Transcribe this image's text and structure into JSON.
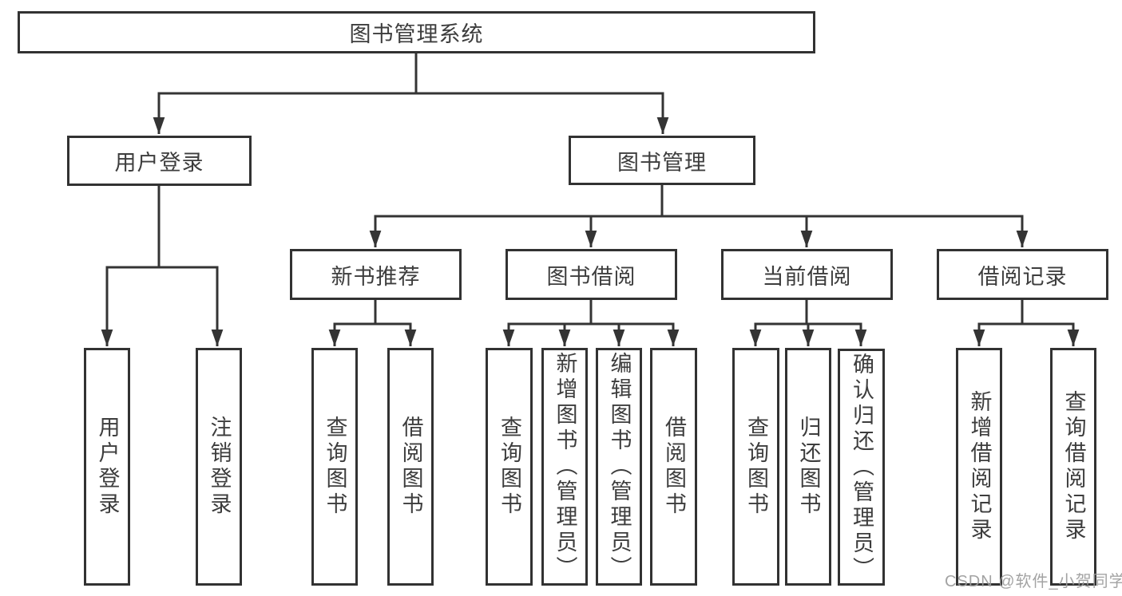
{
  "watermark": "CSDN @软件_小贺同学",
  "colors": {
    "line": "#343434",
    "box_border": "#323232",
    "text": "#3d3d3d",
    "watermark": "#9b9b9b",
    "background": "#ffffff"
  },
  "tree": {
    "label": "图书管理系统",
    "children": [
      {
        "label": "用户登录",
        "children": [
          {
            "label": "用户登录"
          },
          {
            "label": "注销登录"
          }
        ]
      },
      {
        "label": "图书管理",
        "children": [
          {
            "label": "新书推荐",
            "children": [
              {
                "label": "查询图书"
              },
              {
                "label": "借阅图书"
              }
            ]
          },
          {
            "label": "图书借阅",
            "children": [
              {
                "label": "查询图书"
              },
              {
                "label": "新增图书（管理员）"
              },
              {
                "label": "编辑图书（管理员）"
              },
              {
                "label": "借阅图书"
              }
            ]
          },
          {
            "label": "当前借阅",
            "children": [
              {
                "label": "查询图书"
              },
              {
                "label": "归还图书"
              },
              {
                "label": "确认归还（管理员）"
              }
            ]
          },
          {
            "label": "借阅记录",
            "children": [
              {
                "label": "新增借阅记录"
              },
              {
                "label": "查询借阅记录"
              }
            ]
          }
        ]
      }
    ]
  }
}
